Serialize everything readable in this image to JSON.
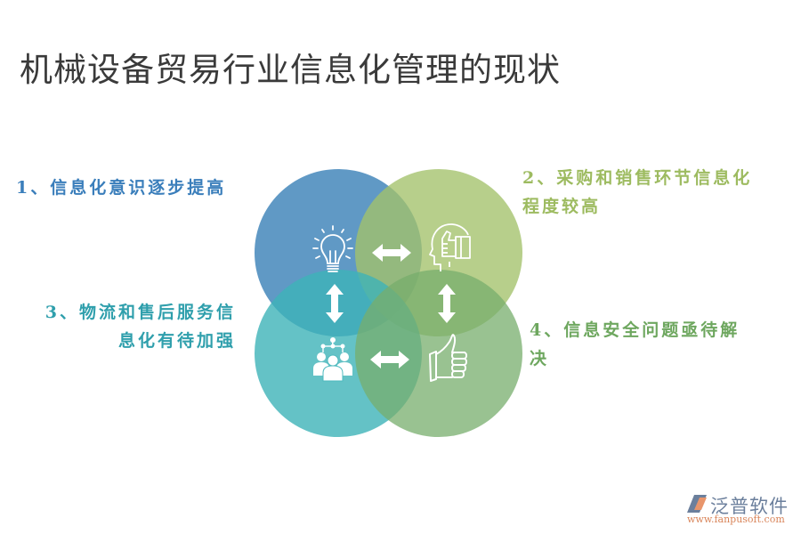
{
  "title": "机械设备贸易行业信息化管理的现状",
  "items": [
    {
      "label": "1、信息化意识逐步提高",
      "color": "#3a7ebb",
      "circle_color": "#3d82b8",
      "icon": "lightbulb-icon"
    },
    {
      "label_line1": "2、采购和销售环节信息化",
      "label_line2": "程度较高",
      "color": "#9dbb60",
      "circle_color": "#a7c46e",
      "icon": "head-thumbs-up-icon"
    },
    {
      "label_line1": "3、物流和售后服务信",
      "label_line2": "息化有待加强",
      "color": "#2f9fac",
      "circle_color": "#3fb0b6",
      "icon": "team-network-icon"
    },
    {
      "label_line1": "4、信息安全问题亟待解",
      "label_line2": "决",
      "color": "#6ea75f",
      "circle_color": "#7aae6e",
      "icon": "thumbs-up-icon"
    }
  ],
  "arrows": [
    {
      "name": "horizontal-top",
      "direction": "left-right"
    },
    {
      "name": "vertical-left",
      "direction": "up-down"
    },
    {
      "name": "vertical-right",
      "direction": "up-down"
    },
    {
      "name": "horizontal-bottom",
      "direction": "left-right"
    }
  ],
  "logo": {
    "name": "泛普软件",
    "url": "www.fanpusoft.com"
  }
}
